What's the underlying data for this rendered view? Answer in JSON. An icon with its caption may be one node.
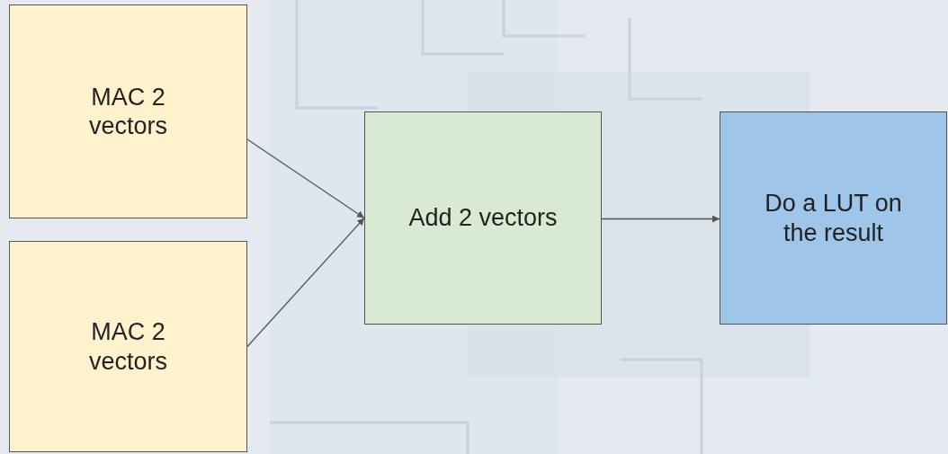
{
  "diagram": {
    "nodes": [
      {
        "text": [
          "MAC 2 vectors"
        ]
      },
      {
        "text": [
          "MAC 2 vectors"
        ]
      },
      {
        "text": [
          "Add 2 vectors"
        ]
      },
      {
        "text": [
          "Do a LUT on the result"
        ]
      }
    ],
    "edges": [
      {
        "from": 0,
        "to": 2,
        "arrow": "to"
      },
      {
        "from": 1,
        "to": 2,
        "arrow": "to"
      },
      {
        "from": 2,
        "to": 3,
        "arrow": "to"
      }
    ]
  }
}
